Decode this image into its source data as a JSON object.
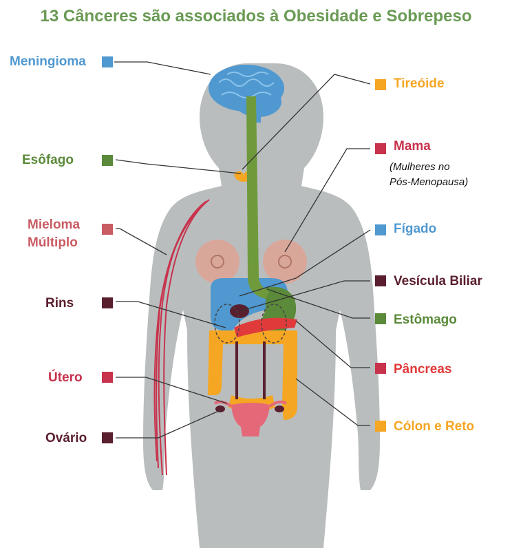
{
  "title": "13 Cânceres são associados à Obesidade e Sobrepeso",
  "colors": {
    "blue": "#4f98d0",
    "orange": "#f5a623",
    "green": "#5a8a3a",
    "crimson": "#c8324c",
    "red": "#e03a3a",
    "maroon": "#5a1f2e",
    "salmon": "#c95b63",
    "body": "#b9bdbe"
  },
  "labels": {
    "meningioma": "Meningioma",
    "esofago": "Esôfago",
    "mieloma_l1": "Mieloma",
    "mieloma_l2": "Múltiplo",
    "rins": "Rins",
    "utero": "Útero",
    "ovario": "Ovário",
    "tireoide": "Tireóide",
    "mama": "Mama",
    "mama_note_l1": "(Mulheres no",
    "mama_note_l2": "Pós-Menopausa)",
    "figado": "Fígado",
    "vesicula": "Vesícula Biliar",
    "estomago": "Estômago",
    "pancreas": "Pâncreas",
    "colon": "Cólon e Reto"
  }
}
